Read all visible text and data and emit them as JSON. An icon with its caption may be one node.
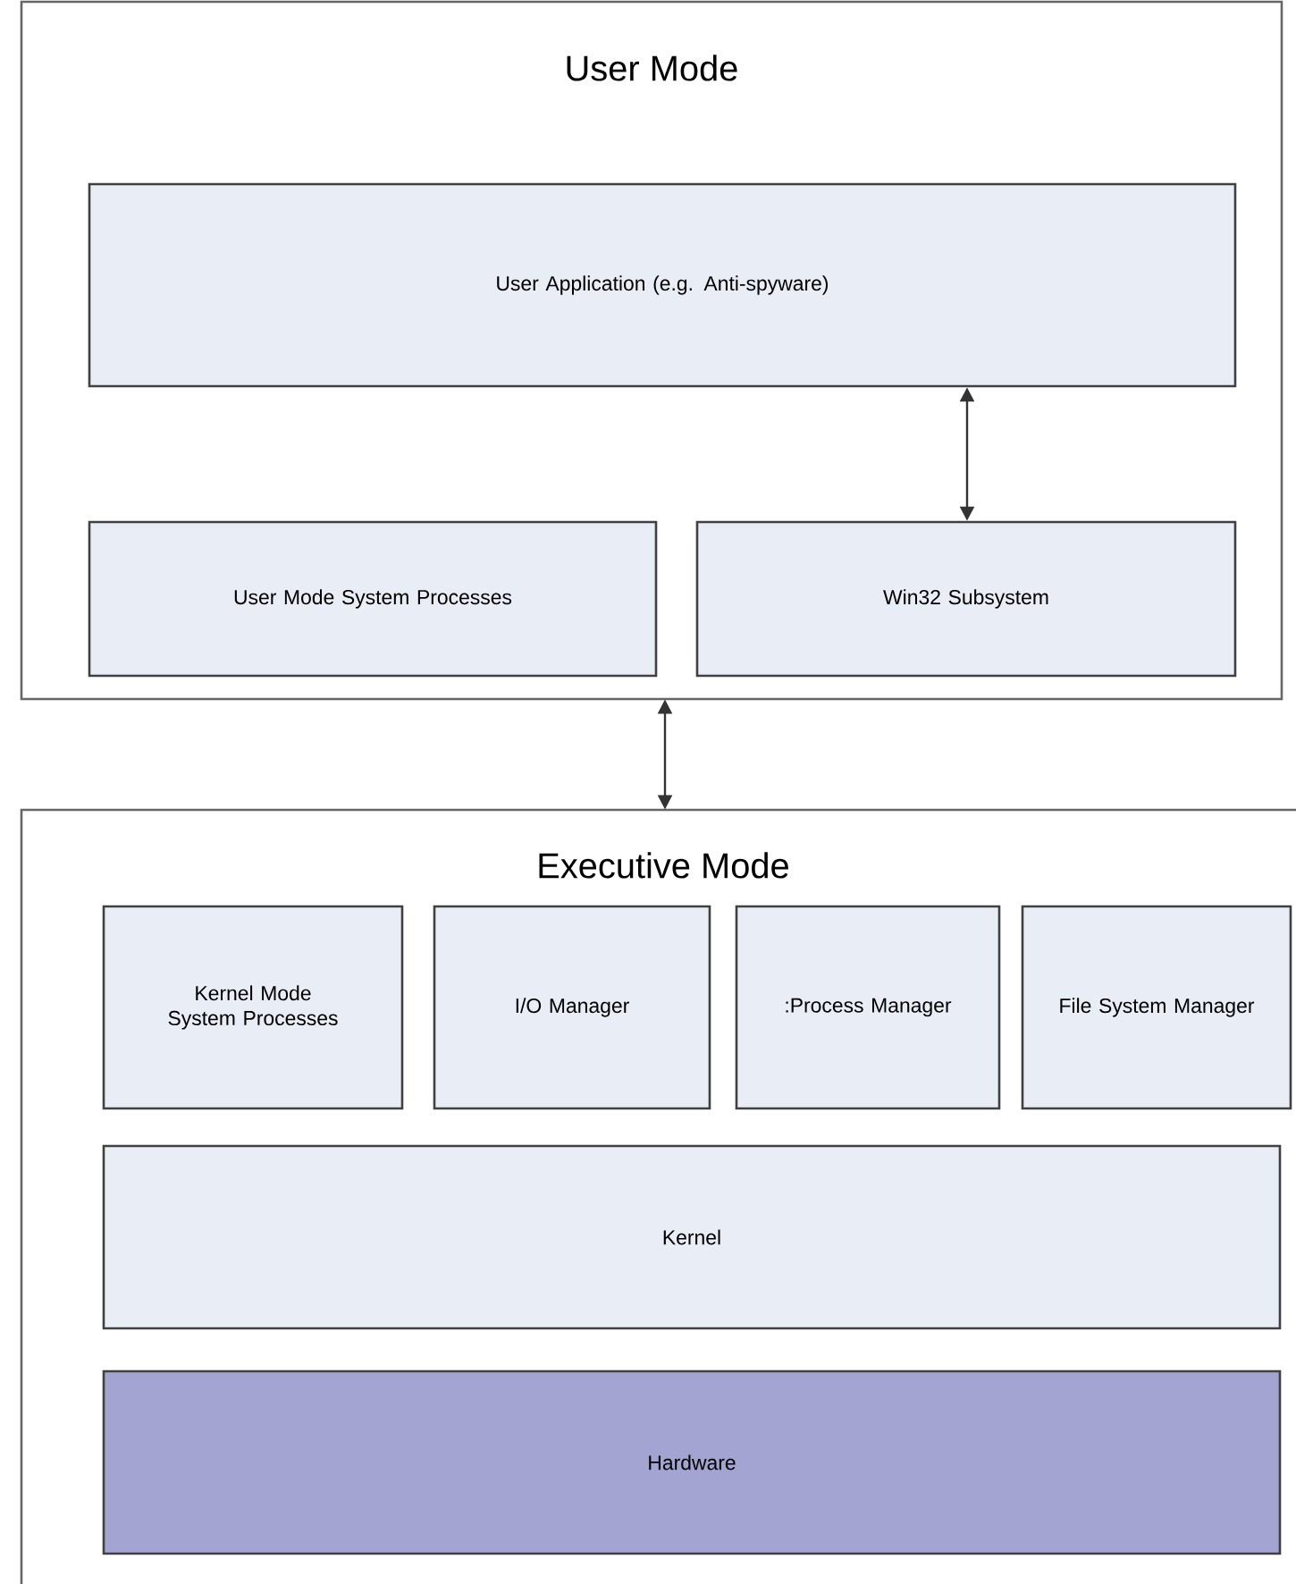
{
  "diagram": {
    "nodes": [
      {
        "text": [
          "User Mode"
        ]
      },
      {
        "text": [
          "User Application (e.g. Anti-spyware)"
        ],
        "in": 0
      },
      {
        "text": [
          "User Mode System Processes"
        ],
        "in": 0
      },
      {
        "text": [
          "Win32 Subsystem"
        ],
        "in": 0
      },
      {
        "text": [
          "Executive Mode"
        ]
      },
      {
        "text": [
          "Kernel Mode System Processes"
        ],
        "in": 4
      },
      {
        "text": [
          "I/O Manager"
        ],
        "in": 4
      },
      {
        "text": [
          ":Process Manager"
        ],
        "in": 4
      },
      {
        "text": [
          "File System Manager"
        ],
        "in": 4
      },
      {
        "text": [
          "Kernel"
        ],
        "in": 4
      },
      {
        "text": [
          "Hardware"
        ],
        "in": 4
      }
    ],
    "edges": [
      {
        "from": 1,
        "to": 3,
        "arrow": "both"
      },
      {
        "from": 0,
        "to": 4,
        "arrow": "both"
      }
    ]
  }
}
